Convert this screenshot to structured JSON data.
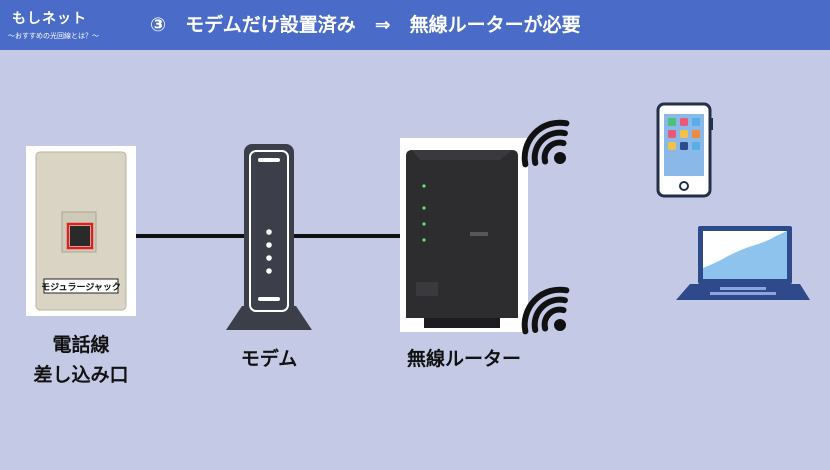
{
  "header": {
    "logo": "もしネット",
    "logo_sub": "〜おすすめの光回線とは？〜",
    "title": "③　モデムだけ設置済み　⇒　無線ルーターが必要"
  },
  "labels": {
    "wall_jack_line1": "電話線",
    "wall_jack_line2": "差し込み口",
    "modem": "モデム",
    "router": "無線ルーター"
  },
  "wall_jack_plate_text": "モジュラージャック",
  "colors": {
    "header_bg": "#4a6cc8",
    "background": "#c4cae6",
    "jack_highlight": "#e02020"
  }
}
